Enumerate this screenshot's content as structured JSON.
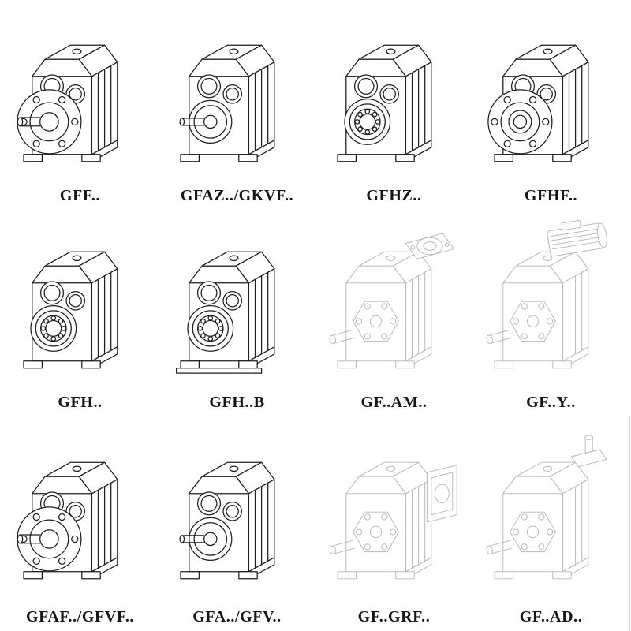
{
  "page": {
    "background": "#ffffff",
    "ink_color": "#1f1f1f",
    "faint_ink_color": "#b8b8b8",
    "label_color": "#161616"
  },
  "cells": [
    {
      "label": "GFF..",
      "drawing": "flange-mounted-gearbox-with-output-shaft-drawing"
    },
    {
      "label": "GFAZ../GKVF..",
      "drawing": "foot-mounted-gearbox-with-output-bores-drawing"
    },
    {
      "label": "GFHZ..",
      "drawing": "hollow-shaft-gearbox-drawing"
    },
    {
      "label": "GFHF..",
      "drawing": "flange-mounted-hollow-shaft-gearbox-drawing"
    },
    {
      "label": "GFH..",
      "drawing": "hollow-shaft-gearbox-with-bearing-drawing"
    },
    {
      "label": "GFH..B",
      "drawing": "hollow-shaft-gearbox-with-base-drawing"
    },
    {
      "label": "GF..AM..",
      "drawing": "gearbox-with-motor-adapter-flange-light-drawing"
    },
    {
      "label": "GF..Y..",
      "drawing": "gearbox-with-mounted-motor-light-drawing"
    },
    {
      "label": "GFAF../GFVF..",
      "drawing": "flange-mounted-gearbox-with-output-shaft-drawing"
    },
    {
      "label": "GFA../GFV..",
      "drawing": "foot-mounted-gearbox-with-output-bores-drawing"
    },
    {
      "label": "GF..GRF..",
      "drawing": "gearbox-with-input-adapter-box-light-drawing"
    },
    {
      "label": "GF..AD..",
      "drawing": "gearbox-with-input-shaft-assembly-light-drawing"
    }
  ]
}
